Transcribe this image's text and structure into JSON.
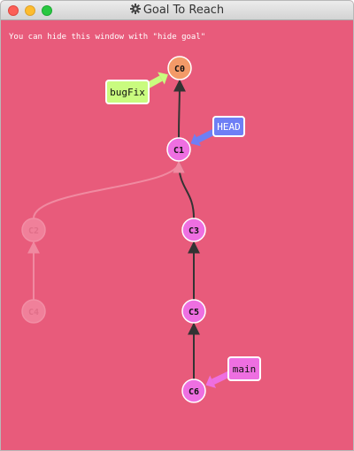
{
  "window": {
    "title": "Goal To Reach",
    "title_icon": "gear-icon"
  },
  "hint": "You can hide this window with \"hide goal\"",
  "colors": {
    "background": "#e85b7b",
    "commit_default": "#ee6fe1",
    "commit_root": "#f39a68",
    "ghost_commit": "#f0809a",
    "branch_bugfix": "#c9fb7f",
    "branch_head": "#6e7ff5",
    "branch_main": "#ee6fe1",
    "edge": "#333333"
  },
  "commits": [
    {
      "id": "C0",
      "faded": false
    },
    {
      "id": "C1",
      "faded": false
    },
    {
      "id": "C2",
      "faded": true
    },
    {
      "id": "C3",
      "faded": false
    },
    {
      "id": "C4",
      "faded": true
    },
    {
      "id": "C5",
      "faded": false
    },
    {
      "id": "C6",
      "faded": false
    }
  ],
  "edges": [
    {
      "from": "C1",
      "to": "C0"
    },
    {
      "from": "C3",
      "to": "C1"
    },
    {
      "from": "C5",
      "to": "C3"
    },
    {
      "from": "C6",
      "to": "C5"
    },
    {
      "from": "C2",
      "to": "C1"
    },
    {
      "from": "C4",
      "to": "C2"
    }
  ],
  "branches": [
    {
      "name": "bugFix",
      "target": "C0"
    },
    {
      "name": "HEAD",
      "target": "C1"
    },
    {
      "name": "main",
      "target": "C6"
    }
  ]
}
